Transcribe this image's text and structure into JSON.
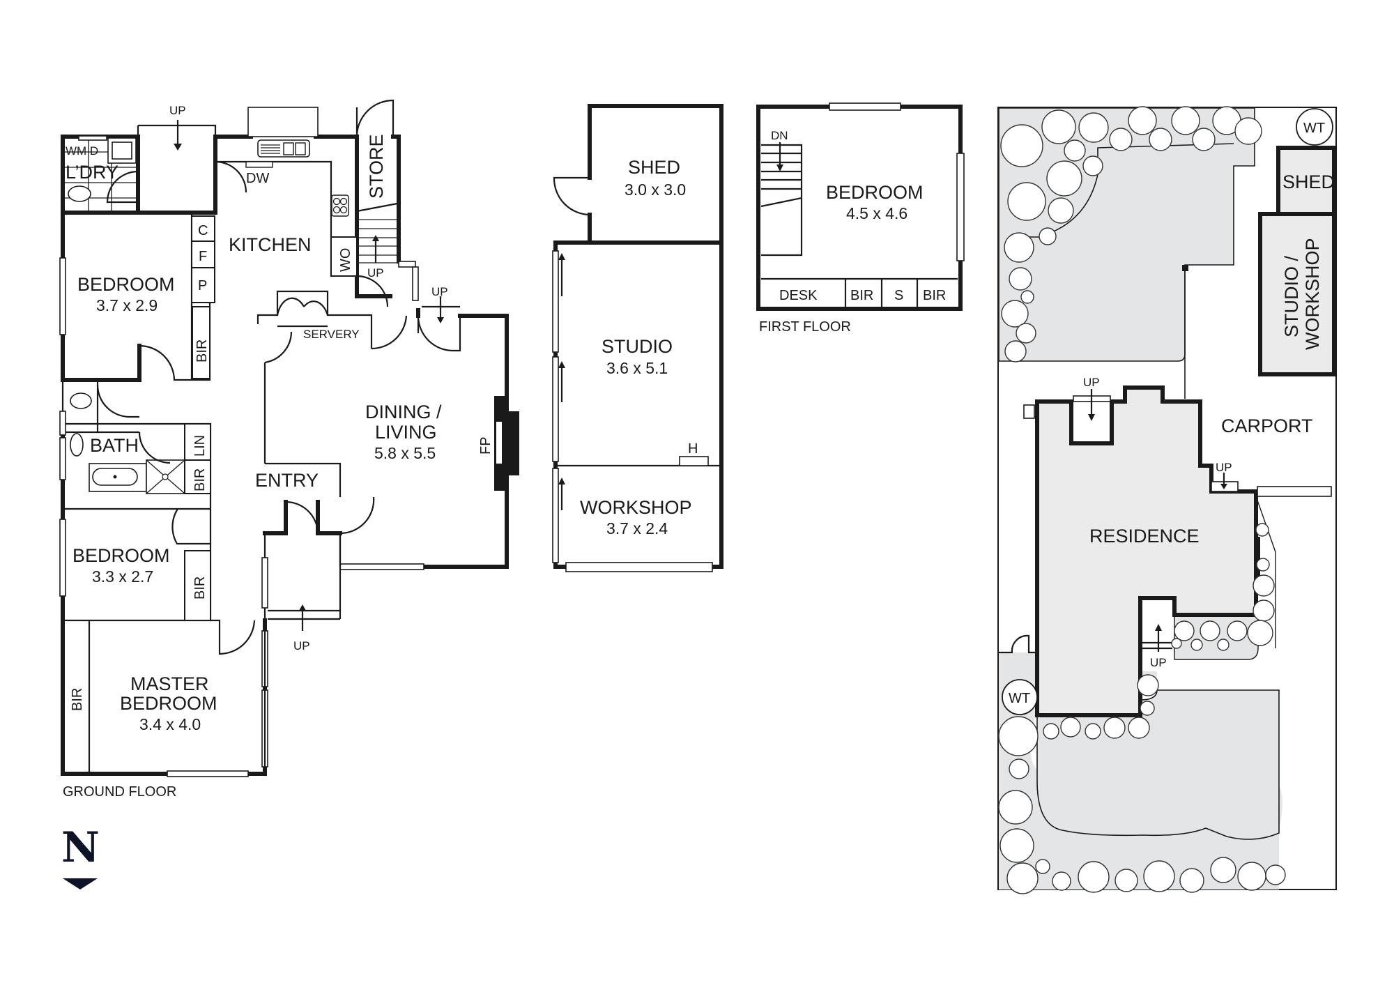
{
  "plan": {
    "ground_floor": {
      "caption": "GROUND FLOOR",
      "rooms": {
        "laundry": {
          "label": "L’DRY",
          "appliances": "WM D"
        },
        "kitchen": {
          "label": "KITCHEN",
          "fittings": {
            "dw": "DW",
            "wo": "WO",
            "c": "C",
            "f": "F",
            "p": "P"
          }
        },
        "store": {
          "label": "STORE"
        },
        "bedroom_1": {
          "label": "BEDROOM",
          "dims": "3.7 x 2.9",
          "bir": "BIR"
        },
        "bath": {
          "label": "BATH",
          "lin": "LIN",
          "bir": "BIR"
        },
        "bedroom_2": {
          "label": "BEDROOM",
          "dims": "3.3 x 2.7",
          "bir": "BIR"
        },
        "master_bedroom": {
          "label_line1": "MASTER",
          "label_line2": "BEDROOM",
          "dims": "3.4 x 4.0",
          "bir": "BIR"
        },
        "entry": {
          "label": "ENTRY"
        },
        "servery": {
          "label": "SERVERY"
        },
        "dining_living": {
          "label_line1": "DINING /",
          "label_line2": "LIVING",
          "dims": "5.8 x 5.5",
          "fp": "FP"
        }
      },
      "stairs": {
        "up_laundry": "UP",
        "up_store": "UP",
        "up_living": "UP",
        "up_entry": "UP"
      }
    },
    "outbuilding": {
      "shed": {
        "label": "SHED",
        "dims": "3.0 x 3.0"
      },
      "studio": {
        "label": "STUDIO",
        "dims": "3.6 x 5.1",
        "heater": "H"
      },
      "workshop": {
        "label": "WORKSHOP",
        "dims": "3.7 x 2.4"
      }
    },
    "first_floor": {
      "caption": "FIRST FLOOR",
      "bedroom": {
        "label": "BEDROOM",
        "dims": "4.5 x 4.6"
      },
      "stair": "DN",
      "fittings": {
        "desk": "DESK",
        "bir1": "BIR",
        "s": "S",
        "bir2": "BIR"
      }
    },
    "site_plan": {
      "residence": "RESIDENCE",
      "carport": "CARPORT",
      "shed": "SHED",
      "studio_workshop_line1": "STUDIO /",
      "studio_workshop_line2": "WORKSHOP",
      "water_tank_top": "WT",
      "water_tank_bottom": "WT",
      "up_north": "UP",
      "up_carport": "UP",
      "up_south": "UP"
    },
    "compass": {
      "letter": "N"
    }
  },
  "colors": {
    "walls": "#1a1a1a",
    "garden_fill": "#e4e5e7",
    "compass": "#0e1428"
  }
}
